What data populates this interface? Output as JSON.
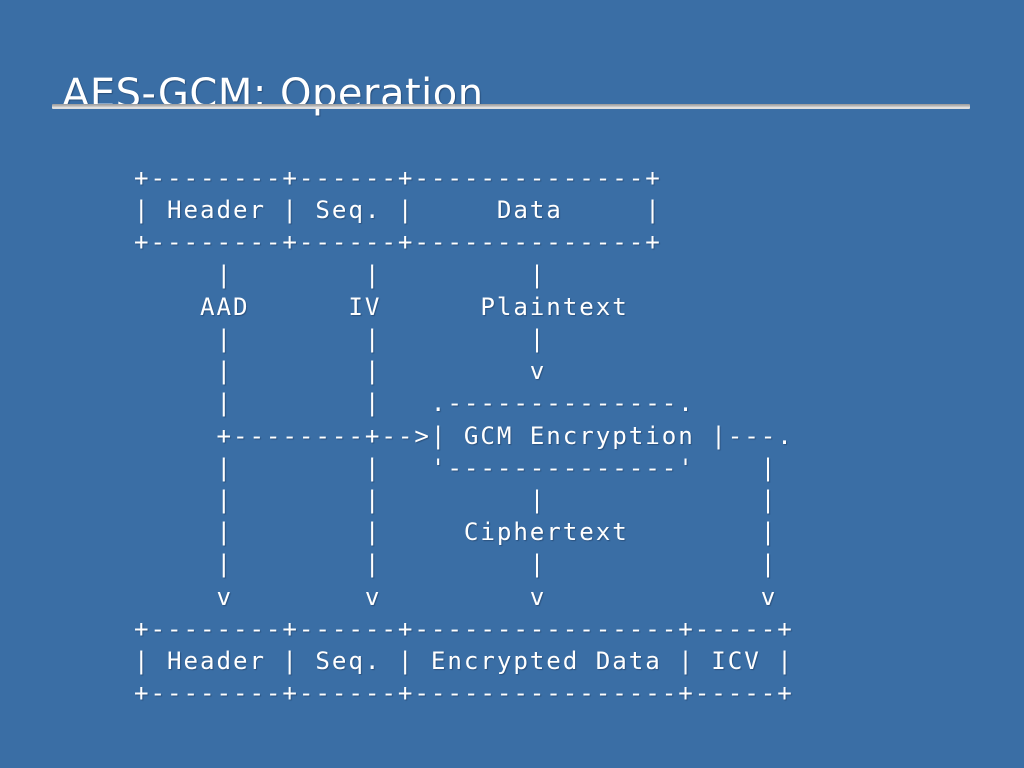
{
  "slide": {
    "title": "AES-GCM: Operation",
    "background_color": "#3a6ea5",
    "text_color": "#ffffff",
    "rule_color": "#c9c9c9"
  },
  "diagram": {
    "type": "ascii-art-block-diagram",
    "input_packet": {
      "fields": [
        "Header",
        "Seq.",
        "Data"
      ],
      "field_widths": [
        8,
        6,
        14
      ]
    },
    "signal_labels": [
      "AAD",
      "IV",
      "Plaintext",
      "Ciphertext"
    ],
    "process_box": {
      "label": "GCM Encryption",
      "inner_width": 14
    },
    "output_packet": {
      "fields": [
        "Header",
        "Seq.",
        "Encrypted Data",
        "ICV"
      ],
      "field_widths": [
        8,
        6,
        16,
        5
      ]
    },
    "art": "+--------+------+--------------+\n| Header | Seq. |     Data     |\n+--------+------+--------------+\n     |        |         |\n    AAD      IV      Plaintext\n     |        |         |\n     |        |         v\n     |        |   .--------------.\n     +--------+-->| GCM Encryption |---.\n     |        |   '--------------'    |\n     |        |         |             |\n     |        |     Ciphertext        |\n     |        |         |             |\n     v        v         v             v\n+--------+------+----------------+-----+\n| Header | Seq. | Encrypted Data | ICV |\n+--------+------+----------------+-----+"
  }
}
